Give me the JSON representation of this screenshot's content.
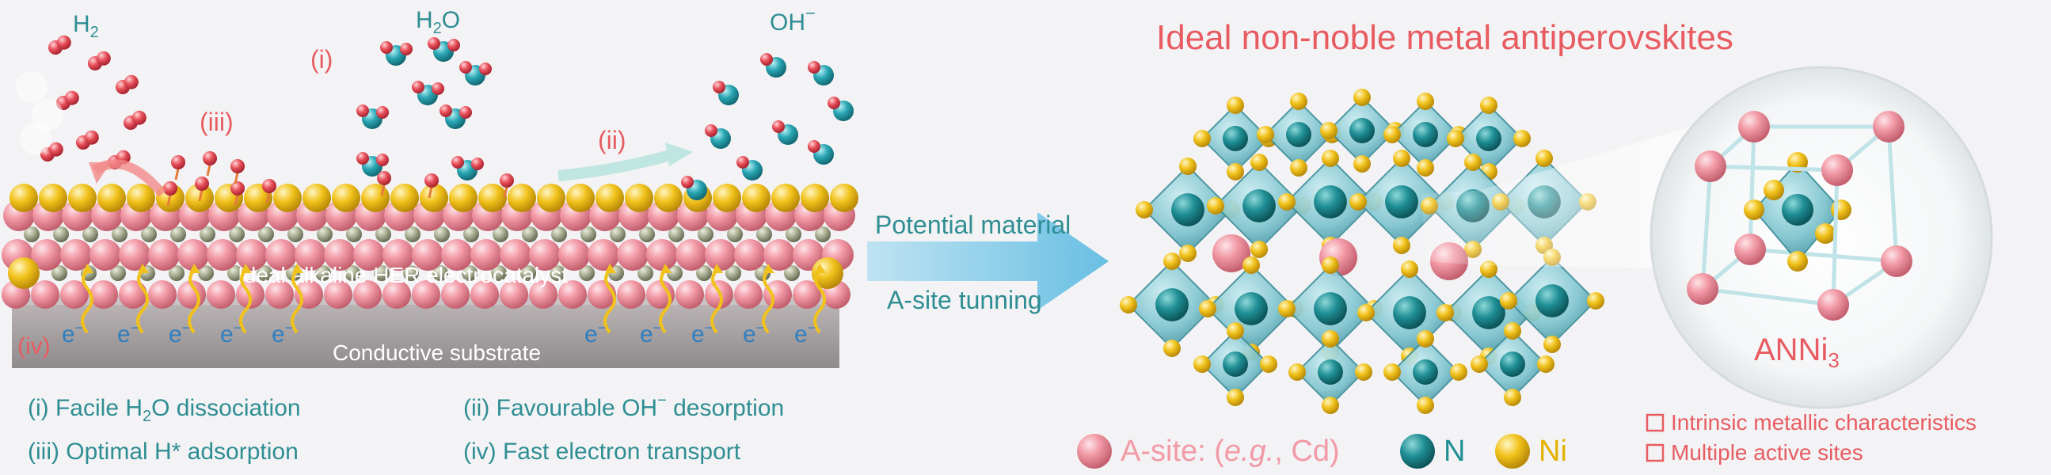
{
  "catalyst": {
    "title": "Ideal alkaline HER electrocatalyst",
    "substrate": "Conductive substrate",
    "electron": "e",
    "electron_charge": "−",
    "step_labels": [
      "(i)",
      "(ii)",
      "(iii)",
      "(iv)"
    ]
  },
  "species": {
    "h2": {
      "main": "H",
      "sub": "2"
    },
    "h2o": {
      "main": "H",
      "sub": "2",
      "tail": "O"
    },
    "oh": {
      "main": "OH",
      "sup": "−"
    }
  },
  "legend_steps": [
    {
      "pre": "(i) Facile H",
      "sub": "2",
      "post": "O  dissociation"
    },
    {
      "pre": "(ii) Favourable OH",
      "sup": "−",
      "post": " desorption"
    },
    {
      "text": "(iii) Optimal H* adsorption"
    },
    {
      "text": "(iv) Fast electron  transport"
    }
  ],
  "arrow": {
    "label_top": "Potential material",
    "label_bottom": "A-site tunning"
  },
  "structure": {
    "title": "Ideal non-noble metal antiperovskites",
    "formula": {
      "main": "ANNi",
      "sub": "3"
    },
    "atom_legend": [
      {
        "label_pre": "A-site: (",
        "label_it": "e.g.",
        "label_post": ", Cd)",
        "color": "#f29aa6"
      },
      {
        "label": "N",
        "color": "#1f8f95"
      },
      {
        "label": "Ni",
        "color": "#f1c21b"
      }
    ],
    "features": [
      "Intrinsic metallic characteristics",
      "Multiple active sites"
    ]
  },
  "colors": {
    "teal_text": "#2f8e93",
    "red_text": "#e85c61",
    "arrow": "#7cc7e6",
    "pink_atom": "#f29aa6",
    "yellow_atom": "#f1c21b",
    "n_atom": "#1f8f95",
    "octahedron": "#7fc4cf"
  }
}
